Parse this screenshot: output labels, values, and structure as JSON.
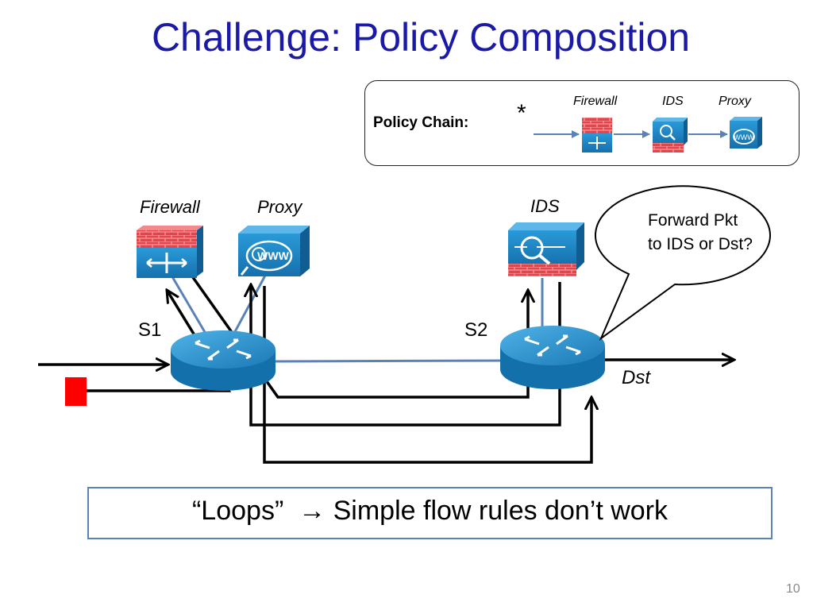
{
  "title": "Challenge: Policy Composition",
  "policy_chain": {
    "label": "Policy Chain:",
    "wildcard": "*",
    "middleboxes": [
      "Firewall",
      "IDS",
      "Proxy"
    ]
  },
  "middleboxes": {
    "firewall": "Firewall",
    "proxy": "Proxy",
    "ids": "IDS"
  },
  "switches": {
    "s1": "S1",
    "s2": "S2"
  },
  "destination": "Dst",
  "callout": {
    "line1": "Forward Pkt",
    "line2": "to IDS or Dst?"
  },
  "takeaway": {
    "left": "“Loops”",
    "arrow": "→",
    "right": "Simple flow rules don’t work"
  },
  "page_number": "10",
  "colors": {
    "title": "#1a1aa6",
    "device_blue": "#1e7fc0",
    "firewall_red": "#e03a3e",
    "link_blue": "#5b82b8",
    "packet_red": "#ff0000",
    "box_border": "#5b82b8"
  },
  "icons": {
    "firewall": "firewall-icon",
    "ids": "ids-icon",
    "proxy": "proxy-www-icon",
    "router": "router-icon"
  }
}
